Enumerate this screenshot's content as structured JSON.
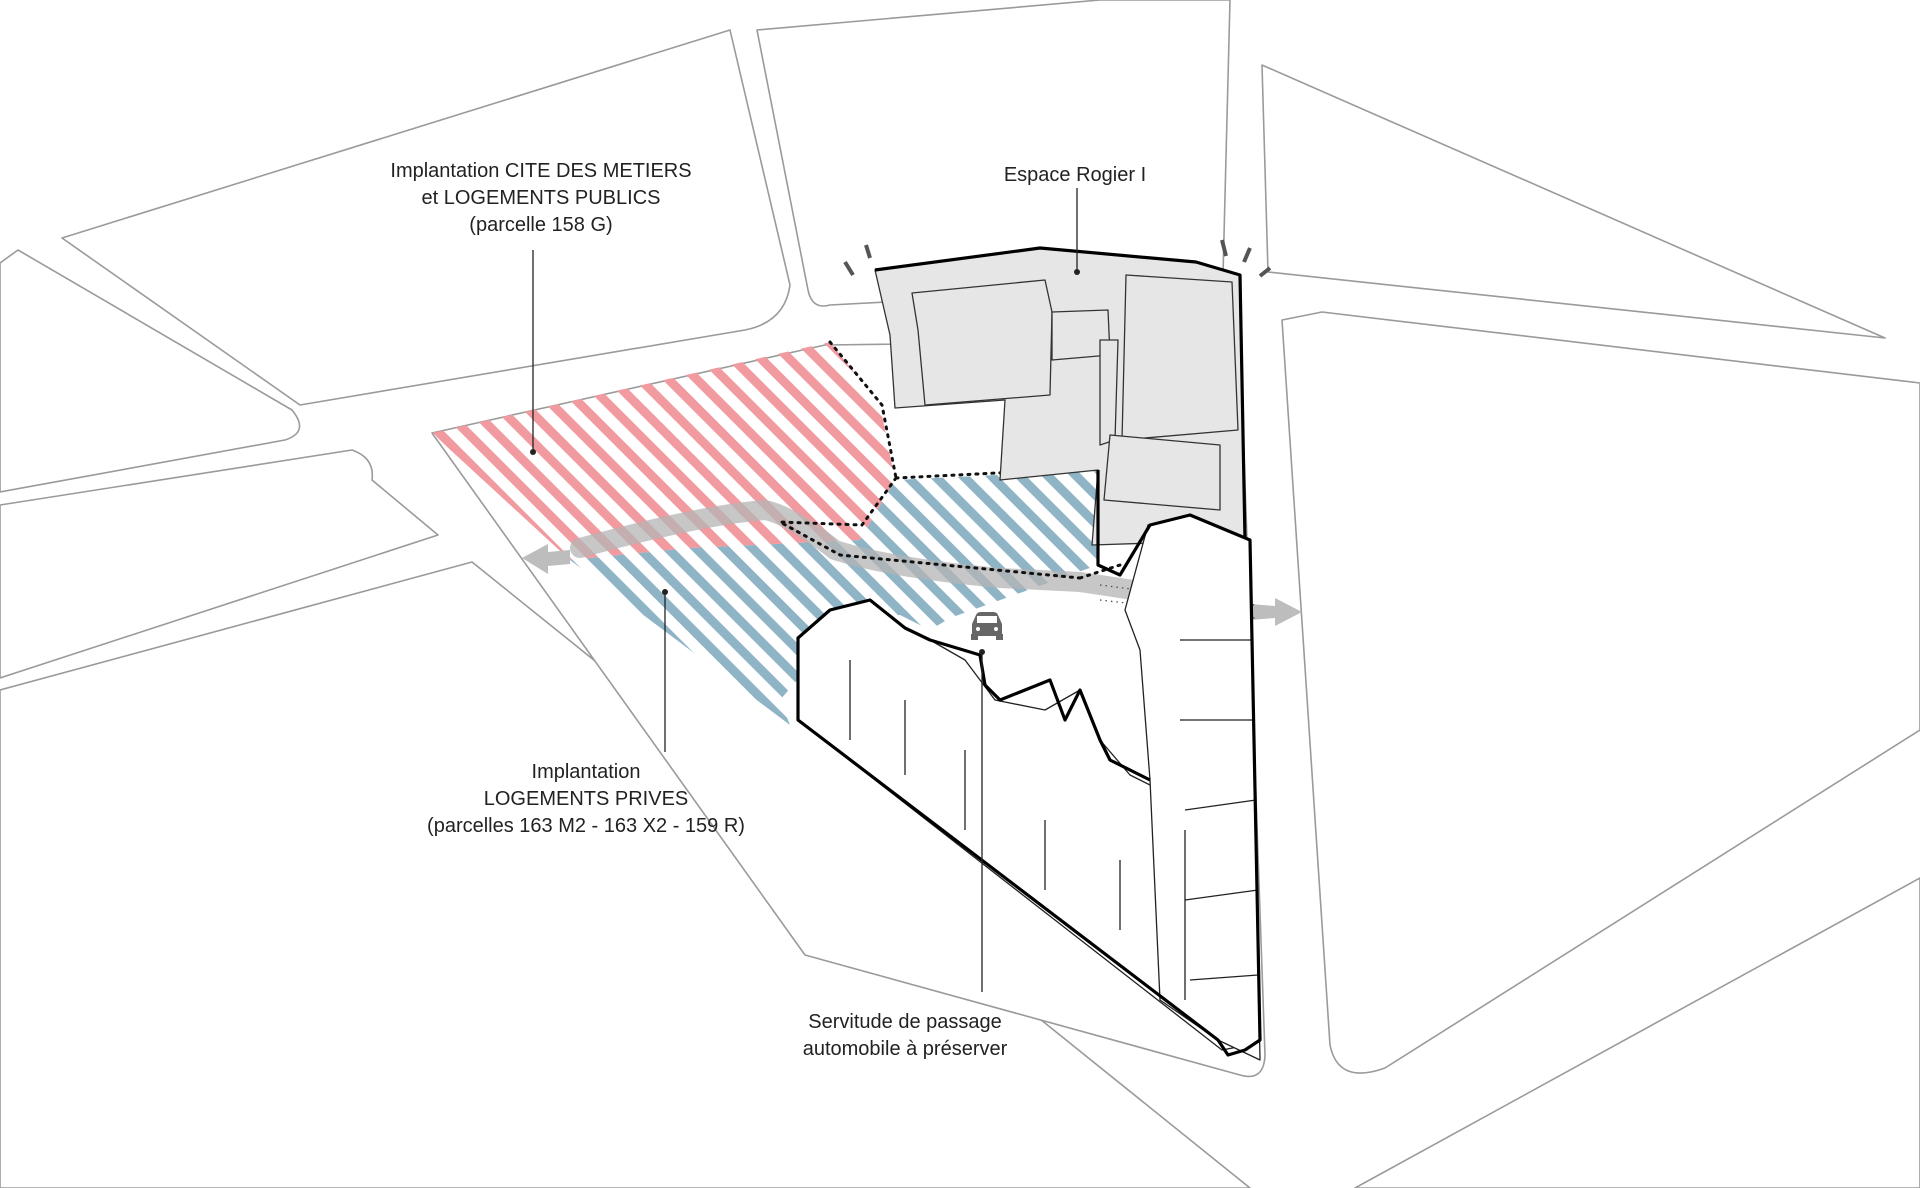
{
  "labels": {
    "cite_metiers": {
      "line1": "Implantation CITE DES METIERS",
      "line2": "et LOGEMENTS PUBLICS",
      "line3": "(parcelle 158 G)"
    },
    "espace_rogier": "Espace Rogier I",
    "logements_prives": {
      "line1": "Implantation",
      "line2": "LOGEMENTS PRIVES",
      "line3": "(parcelles 163 M2 - 163 X2 - 159 R)"
    },
    "servitude": {
      "line1": "Servitude de passage",
      "line2": "automobile à préserver"
    }
  },
  "icons": {
    "car": "car-icon",
    "arrow_left": "arrow-left-icon",
    "arrow_right": "arrow-right-icon"
  },
  "colors": {
    "public_zone": "#f19a9f",
    "private_zone": "#8fb4c6",
    "building_grey": "#e6e6e6",
    "path_grey": "#b4b4b4",
    "arrow_grey": "#bdbdbd"
  }
}
